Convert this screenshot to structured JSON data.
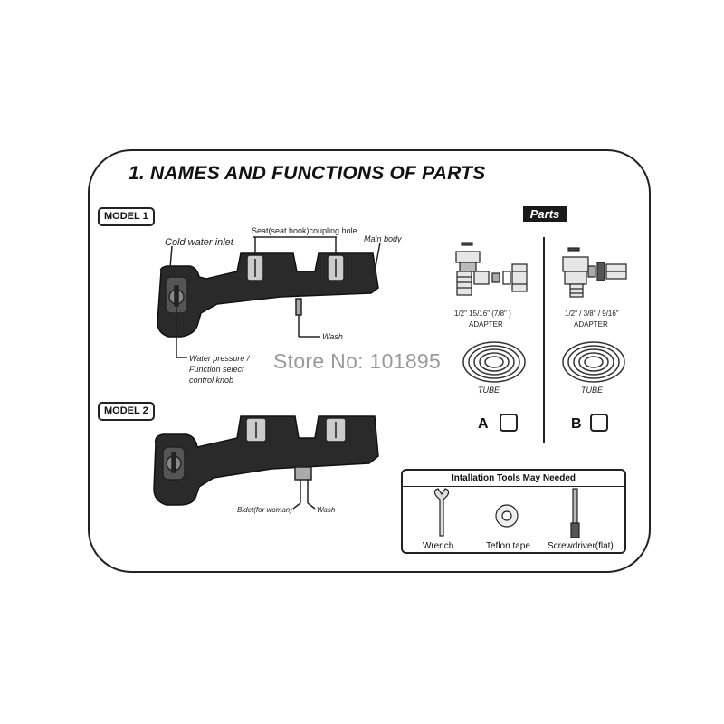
{
  "title": "1. NAMES AND FUNCTIONS OF PARTS",
  "model1": {
    "tag": "MODEL 1",
    "labels": {
      "cold_water_inlet": "Cold water inlet",
      "seat_hole": "Seat(seat hook)coupling hole",
      "main_body": "Main body",
      "wash": "Wash",
      "knob_line1": "Water pressure /",
      "knob_line2": "Function select",
      "knob_line3": "control knob"
    }
  },
  "model2": {
    "tag": "MODEL 2",
    "labels": {
      "bidet": "Bidet(for woman)",
      "wash": "Wash"
    }
  },
  "parts": {
    "heading": "Parts",
    "kit_a": {
      "sizes": "1/2\"  15/16\"  (7/8\" )",
      "adapter": "ADAPTER",
      "tube": "TUBE",
      "letter": "A"
    },
    "kit_b": {
      "sizes": "1/2\" / 3/8\" / 9/16\"",
      "adapter": "ADAPTER",
      "tube": "TUBE",
      "letter": "B"
    }
  },
  "watermark": "Store No: 101895",
  "tools": {
    "title": "Intallation Tools May Needed",
    "items": [
      "Wrench",
      "Teflon tape",
      "Screwdriver(flat)"
    ]
  }
}
